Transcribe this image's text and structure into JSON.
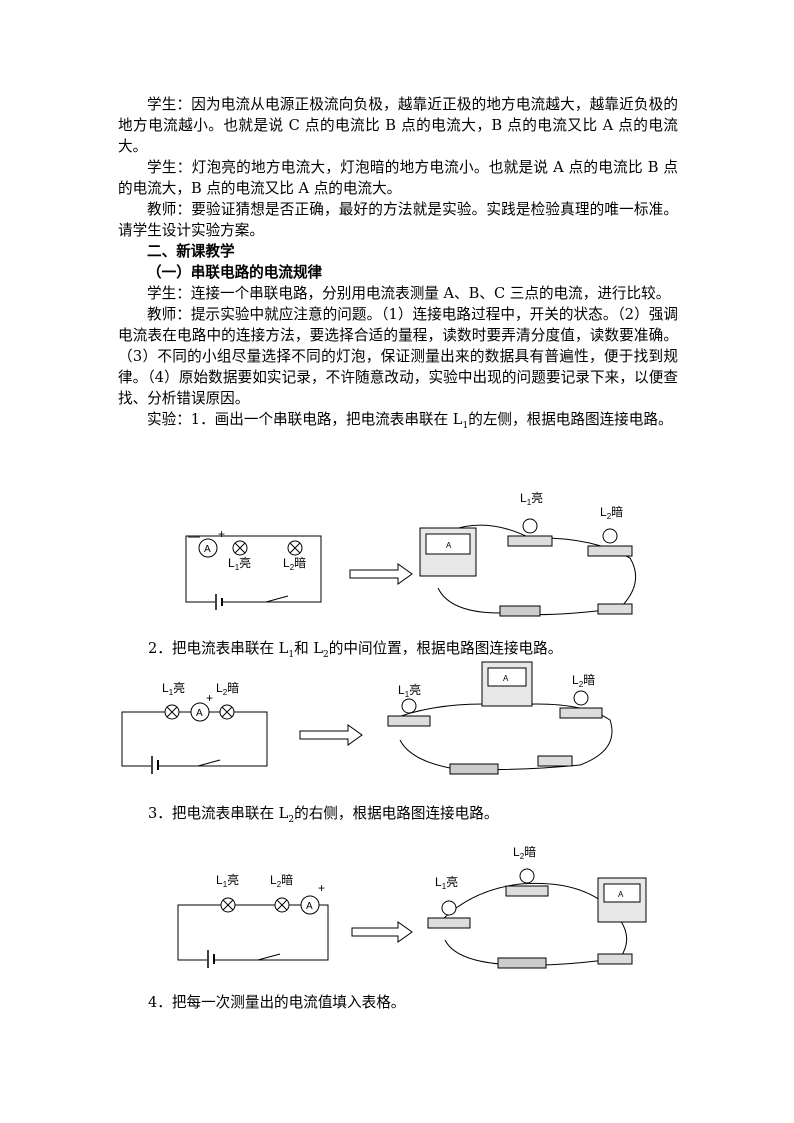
{
  "paragraphs": {
    "p1": "学生：因为电流从电源正极流向负极，越靠近正极的地方电流越大，越靠近负极的地方电流越小。也就是说 C 点的电流比 B 点的电流大，B 点的电流又比 A 点的电流大。",
    "p2": "学生：灯泡亮的地方电流大，灯泡暗的地方电流小。也就是说 A 点的电流比 B 点的电流大，B 点的电流又比 A 点的电流大。",
    "p3": "教师：要验证猜想是否正确，最好的方法就是实验。实践是检验真理的唯一标准。请学生设计实验方案。",
    "h1": "二、新课教学",
    "h2": "（一）串联电路的电流规律",
    "p4": "学生：连接一个串联电路，分别用电流表测量 A、B、C 三点的电流，进行比较。",
    "p5": "教师：提示实验中就应注意的问题。（1）连接电路过程中，开关的状态。（2）强调电流表在电路中的连接方法，要选择合适的量程，读数时要弄清分度值，读数要准确。（3）不同的小组尽量选择不同的灯泡，保证测量出来的数据具有普遍性，便于找到规律。（4）原始数据要如实记录，不许随意改动，实验中出现的问题要记录下来，以便查找、分析错误原因。",
    "p6_pre": "实验：1．画出一个串联电路，把电流表串联在 L",
    "p6_post": "的左侧，根据电路图连接电路。"
  },
  "steps": {
    "s2_a": "2．把电流表串联在 L",
    "s2_b": "和 L",
    "s2_c": "的中间位置，根据电路图连接电路。",
    "s3_a": "3．把电流表串联在 L",
    "s3_b": "的右侧，根据电路图连接电路。",
    "s4": "4．把每一次测量出的电流值填入表格。"
  },
  "labels": {
    "L": "L",
    "sub1": "1",
    "sub2": "2",
    "bright": "亮",
    "dim": "暗",
    "plus": "+",
    "minus": "—",
    "ammeter": "A"
  }
}
